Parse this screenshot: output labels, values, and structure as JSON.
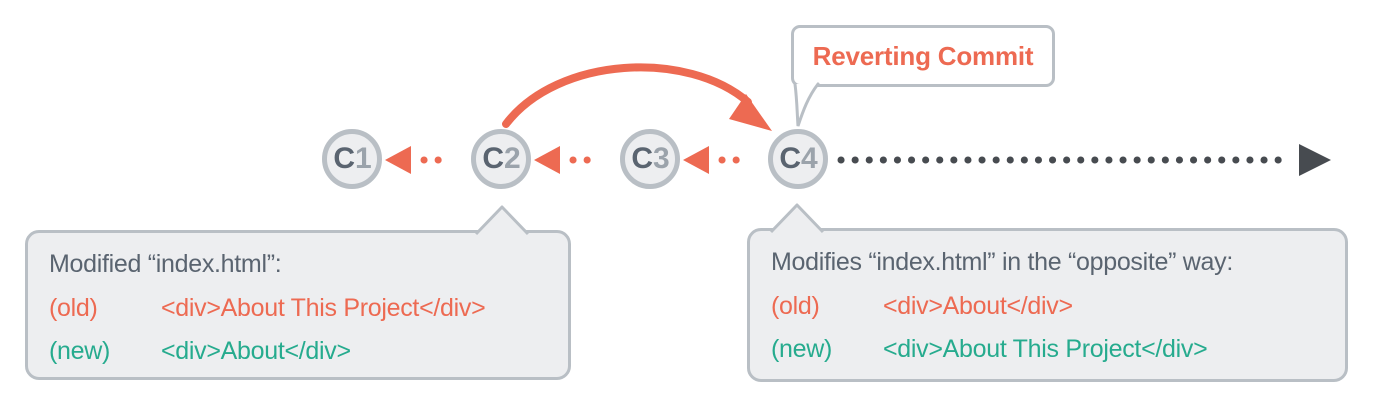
{
  "diagram": {
    "commits": [
      {
        "prefix": "C",
        "number": "1"
      },
      {
        "prefix": "C",
        "number": "2"
      },
      {
        "prefix": "C",
        "number": "3"
      },
      {
        "prefix": "C",
        "number": "4"
      }
    ],
    "callout": {
      "label": "Reverting Commit"
    },
    "left_note": {
      "title": "Modified “index.html”:",
      "old_label": "(old)",
      "old_code": "<div>About This Project</div>",
      "new_label": "(new)",
      "new_code": "<div>About</div>"
    },
    "right_note": {
      "title": "Modifies “index.html” in the “opposite” way:",
      "old_label": "(old)",
      "old_code": "<div>About</div>",
      "new_label": "(new)",
      "new_code": "<div>About This Project</div>"
    },
    "colors": {
      "coral": "#ED6A52",
      "teal": "#26AB8E",
      "slate": "#5A6470",
      "gray": "#9BA3AB",
      "border": "#B9BFC5",
      "box_bg": "#EDEEF0",
      "dark": "#474B50"
    }
  }
}
